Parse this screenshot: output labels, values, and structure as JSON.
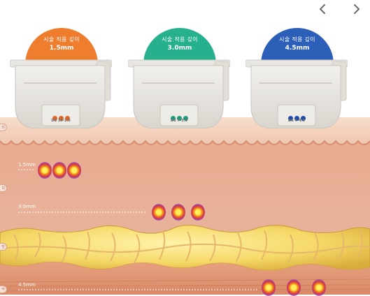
{
  "nav": {
    "prev_icon": "chevron-left",
    "next_icon": "chevron-right"
  },
  "cartridges": [
    {
      "label": "시술 적용 깊이",
      "depth": "1.5mm",
      "model": "DS 10-1.5",
      "color": "#ef7d2e",
      "dot_color": "#d9662a"
    },
    {
      "label": "시술 적용 깊이",
      "depth": "3.0mm",
      "model": "DS 7-3.0",
      "color": "#27b08e",
      "dot_color": "#1f9a7c"
    },
    {
      "label": "시술 적용 깊이",
      "depth": "4.5mm",
      "model": "DS 4-4.5",
      "color": "#2c5fb8",
      "dot_color": "#1e4aa8"
    }
  ],
  "depth_markers": [
    {
      "text": "1.5mm"
    },
    {
      "text": "3.0mm"
    },
    {
      "text": "4.5mm"
    }
  ],
  "layer_tags": [
    "피",
    "피",
    "방",
    "막"
  ]
}
